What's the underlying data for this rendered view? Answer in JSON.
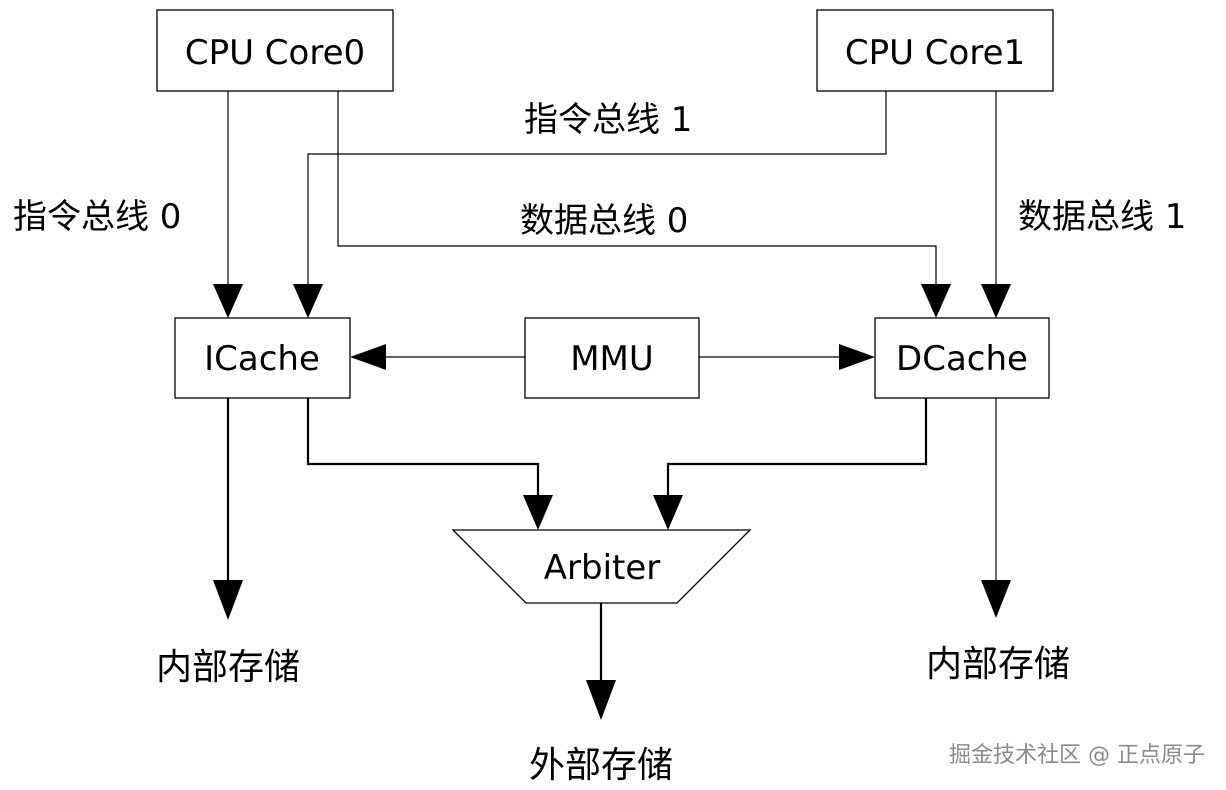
{
  "nodes": {
    "core0": "CPU Core0",
    "core1": "CPU Core1",
    "icache": "ICache",
    "mmu": "MMU",
    "dcache": "DCache",
    "arbiter": "Arbiter"
  },
  "buses": {
    "instr0": "指令总线 0",
    "instr1": "指令总线 1",
    "data0": "数据总线 0",
    "data1": "数据总线 1"
  },
  "memory": {
    "internal_left": "内部存储",
    "internal_right": "内部存储",
    "external": "外部存储"
  },
  "watermark": "掘金技术社区 @ 正点原子"
}
